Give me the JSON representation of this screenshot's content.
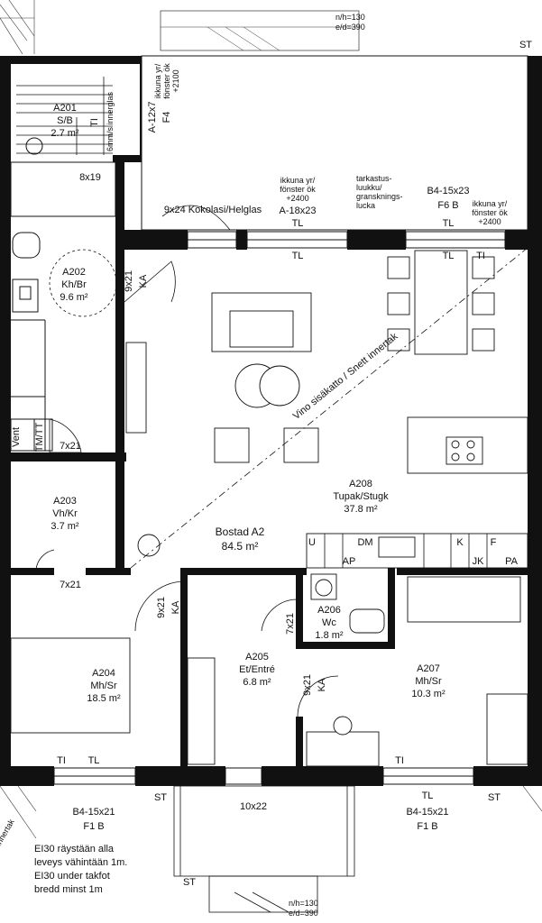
{
  "rooms": [
    {
      "id": "A201",
      "name": "S/B",
      "area": "2.7 m²"
    },
    {
      "id": "A202",
      "name": "Kh/Br",
      "area": "9.6 m²"
    },
    {
      "id": "A203",
      "name": "Vh/Kr",
      "area": "3.7 m²"
    },
    {
      "id": "A204",
      "name": "Mh/Sr",
      "area": "18.5 m²"
    },
    {
      "id": "A205",
      "name": "Et/Entré",
      "area": "6.8 m²"
    },
    {
      "id": "A206",
      "name": "Wc",
      "area": "1.8 m²"
    },
    {
      "id": "A207",
      "name": "Mh/Sr",
      "area": "10.3 m²"
    },
    {
      "id": "A208",
      "name": "Tupak/Stugk",
      "area": "37.8 m²"
    }
  ],
  "apartment": {
    "name": "Bostad A2",
    "area": "84.5 m²"
  },
  "doors": {
    "d8x19": "8x19",
    "d9x21": "9x21",
    "d7x21": "7x21",
    "d10x22": "10x22",
    "ka": "KA",
    "kokolasi": "9x24 Kokolasi/Helglas"
  },
  "windows": {
    "a12x7": "A-12x7",
    "f4": "F4",
    "a18x23": "A-18x23",
    "b4_15x23": "B4-15x23",
    "f6b": "F6 B",
    "b4_15x21": "B4-15x21",
    "f1b": "F1 B",
    "ikkuna": "ikkuna yr/",
    "fonster": "fönster ök",
    "h2100": "+2100",
    "h2400": "+2400"
  },
  "labels": {
    "tarkastus1": "tarkastus-",
    "tarkastus2": "luukku/",
    "tarkastus3": "gransknings-",
    "tarkastus4": "lucka",
    "sloped": "Vino sisäkatto / Snett innertak",
    "sloped_top": "6mm/s innerglas",
    "tl": "TL",
    "ti": "TI",
    "st": "ST",
    "vent": "Vent",
    "tmtt": "TM/TT",
    "u": "U",
    "dm": "DM",
    "ap": "AP",
    "k": "K",
    "f": "F",
    "jk": "JK",
    "pa": "PA",
    "nh": "n/h=130",
    "ed": "e/d=390",
    "ei30_1": "EI30 räystään alla",
    "ei30_2": "leveys vähintään 1m.",
    "ei30_3": "EI30 under takfot",
    "ei30_4": "bredd minst 1m",
    "innertak": "innertak"
  }
}
